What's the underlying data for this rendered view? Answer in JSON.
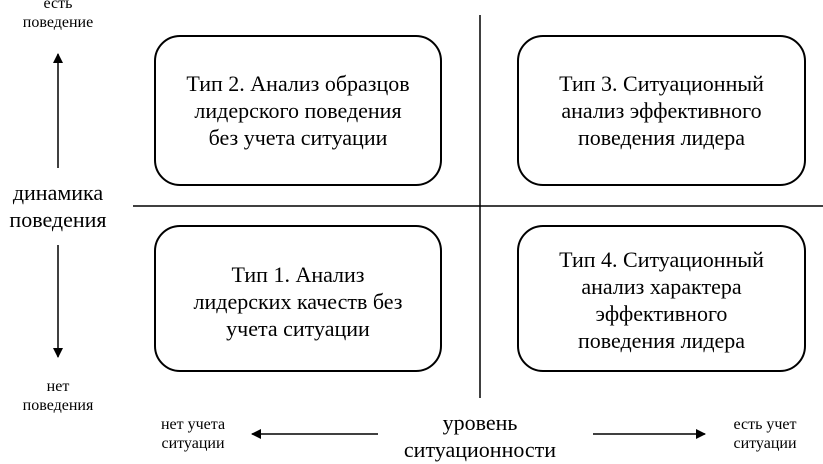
{
  "axes": {
    "vertical_label": [
      "динамика",
      "поведения"
    ],
    "top_label": [
      "есть",
      "поведение"
    ],
    "bottom_label": [
      "нет",
      "поведения"
    ],
    "horizontal_label": [
      "уровень",
      "ситуационности"
    ],
    "left_label": [
      "нет учета",
      "ситуации"
    ],
    "right_label": [
      "есть учет",
      "ситуации"
    ]
  },
  "quadrants": {
    "type2": [
      "Тип 2. Анализ образцов",
      "лидерского поведения",
      "без учета ситуации"
    ],
    "type3": [
      "Тип 3. Ситуационный",
      "анализ эффективного",
      "поведения лидера"
    ],
    "type1": [
      "Тип 1. Анализ",
      "лидерских качеств без",
      "учета ситуации"
    ],
    "type4": [
      "Тип 4. Ситуационный",
      "анализ характера",
      "эффективного",
      "поведения лидера"
    ]
  }
}
